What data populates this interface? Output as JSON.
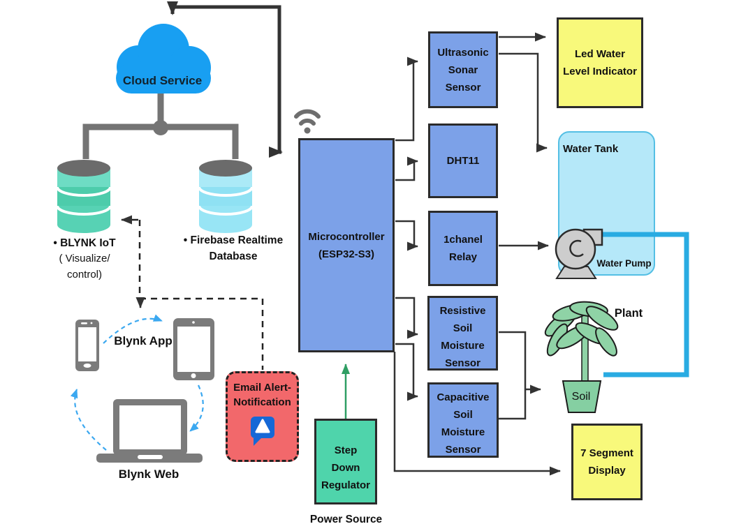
{
  "nodes": {
    "cloud": {
      "label": "Cloud Service"
    },
    "blynk_db": {
      "label": "• BLYNK IoT",
      "sublabel": "( Visualize/\ncontrol)"
    },
    "firebase_db": {
      "label": "• Firebase Realtime\nDatabase"
    },
    "blynk_app": {
      "label": "Blynk App"
    },
    "blynk_web": {
      "label": "Blynk Web"
    },
    "email_alert": {
      "label": "Email Alert-\nNotification"
    },
    "microcontroller": {
      "label": "Microcontroller\n(ESP32-S3)"
    },
    "step_down_regulator": {
      "label": "Step\nDown\nRegulator"
    },
    "power_source": {
      "label": "Power Source"
    },
    "ultrasonic": {
      "label": "Ultrasonic\nSonar\nSensor"
    },
    "dht11": {
      "label": "DHT11"
    },
    "relay": {
      "label": "1chanel\nRelay"
    },
    "resistive": {
      "label": "Resistive\nSoil\nMoisture\nSensor"
    },
    "capacitive": {
      "label": "Capacitive\nSoil\nMoisture\nSensor"
    },
    "led_indicator": {
      "label": "Led Water\nLevel Indicator"
    },
    "water_tank": {
      "label": "Water Tank"
    },
    "water_pump": {
      "label": "Water Pump"
    },
    "plant": {
      "label": "Plant"
    },
    "soil": {
      "label": "Soil"
    },
    "seven_segment": {
      "label": "7 Segment\nDisplay"
    }
  },
  "icons": {
    "wifi": "wifi-icon",
    "notification": "notification-bell-icon",
    "phone": "smartphone-icon",
    "tablet": "tablet-icon",
    "laptop": "laptop-icon",
    "cloud": "cloud-icon",
    "database": "database-cylinder-icon",
    "pump": "water-pump-icon",
    "plant": "plant-icon"
  },
  "colors": {
    "box_blue": "#7CA1E8",
    "box_yellow": "#F8F97B",
    "box_teal": "#4FD4AB",
    "box_red": "#F2686B",
    "tank_blue": "#B5E8F9",
    "pipe_blue": "#29ABE2",
    "cloud_blue": "#189FF2",
    "db_teal": "#4FCDAE",
    "db_cyan": "#97E4F5",
    "link_gray": "#747474",
    "connector_black": "#333333",
    "dashed_blue": "#3BA8F0",
    "green_arrow": "#2f9e63",
    "device_gray": "#7b7b7b",
    "notification_blue": "#1668D6"
  }
}
